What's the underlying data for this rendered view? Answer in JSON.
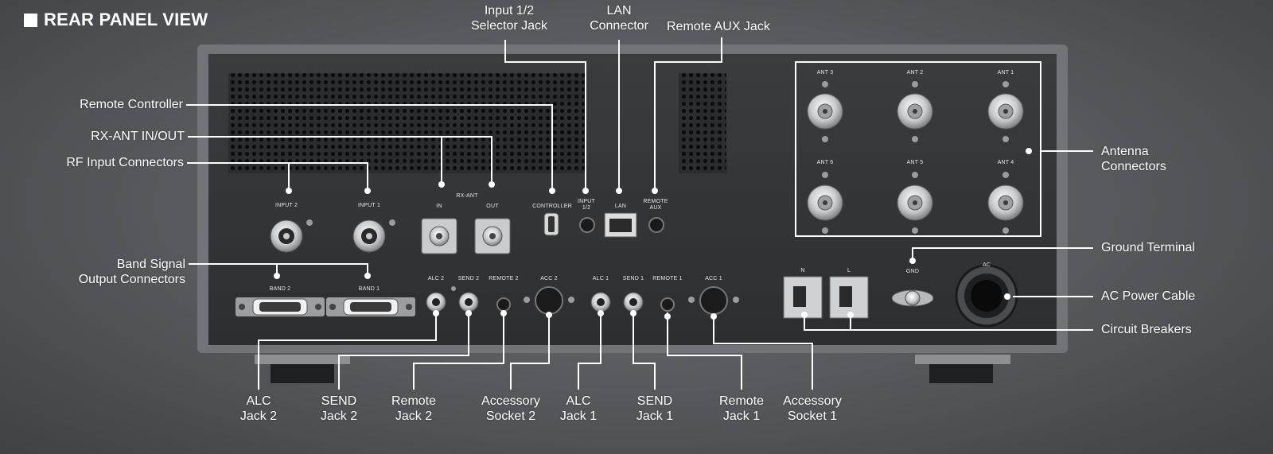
{
  "title": "REAR PANEL VIEW",
  "callouts": {
    "input_selector": "Input 1/2\nSelector Jack",
    "lan": "LAN\nConnector",
    "remote_aux": "Remote AUX Jack",
    "remote_controller": "Remote Controller",
    "rx_ant": "RX-ANT IN/OUT",
    "rf_input": "RF Input Connectors",
    "band_signal": "Band Signal\nOutput Connectors",
    "antenna": "Antenna\nConnectors",
    "ground": "Ground Terminal",
    "ac_power": "AC Power Cable",
    "breakers": "Circuit Breakers",
    "alc2": "ALC\nJack 2",
    "send2": "SEND\nJack 2",
    "remote2": "Remote\nJack 2",
    "acc2": "Accessory\nSocket 2",
    "alc1": "ALC\nJack 1",
    "send1": "SEND\nJack 1",
    "remote1": "Remote\nJack 1",
    "acc1": "Accessory\nSocket 1"
  },
  "panel_labels": {
    "input2": "INPUT 2",
    "input1": "INPUT 1",
    "rx_ant": "RX-ANT",
    "rx_in": "IN",
    "rx_out": "OUT",
    "controller": "CONTROLLER",
    "input12": "INPUT\n1/2",
    "lan": "LAN",
    "remote_aux": "REMOTE\nAUX",
    "band2": "BAND 2",
    "band1": "BAND 1",
    "alc2": "ALC 2",
    "send2": "SEND 2",
    "remote2": "REMOTE 2",
    "acc2": "ACC 2",
    "alc1": "ALC 1",
    "send1": "SEND 1",
    "remote1": "REMOTE 1",
    "acc1": "ACC 1",
    "ant3": "ANT 3",
    "ant2": "ANT 2",
    "ant1": "ANT 1",
    "ant6": "ANT 6",
    "ant5": "ANT 5",
    "ant4": "ANT 4",
    "n": "N",
    "l": "L",
    "gnd": "GND",
    "ac": "AC"
  }
}
